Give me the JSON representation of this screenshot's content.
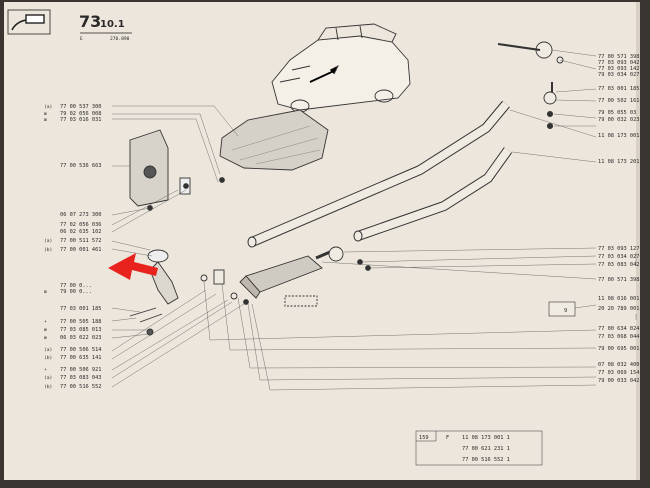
{
  "header": {
    "section_number": "73",
    "section_sub": "10.1",
    "subcode": "E",
    "subcode_detail": "270.890"
  },
  "annotation_arrow_color": "#e8231e",
  "icon": "exhaust-pipe-icon",
  "left_parts": [
    {
      "mark": "(a)",
      "pn": "77 00 537 300"
    },
    {
      "mark": "⊠",
      "pn": "79 02 056 008"
    },
    {
      "mark": "⊠",
      "pn": "77 03 016 031"
    },
    {
      "mark": "",
      "pn": "77 00 536 663"
    },
    {
      "mark": "",
      "pn": "06 07 273 300"
    },
    {
      "mark": "",
      "pn": "77 02 056 036"
    },
    {
      "mark": "",
      "pn": "06 02 635 102"
    },
    {
      "mark": "(a)",
      "pn": "77 00 511 572"
    },
    {
      "mark": "(b)",
      "pn": "77 00 001 461"
    },
    {
      "mark": "",
      "pn": "77 00 0..."
    },
    {
      "mark": "⊠",
      "pn": "79 00 0..."
    },
    {
      "mark": "",
      "pn": "77 03 001 185"
    },
    {
      "mark": "+",
      "pn": "77 00 505 188"
    },
    {
      "mark": "⊠",
      "pn": "77 03 085 013"
    },
    {
      "mark": "⊠",
      "pn": "06 03 022 023"
    },
    {
      "mark": "(a)",
      "pn": "77 00 506 514"
    },
    {
      "mark": "(b)",
      "pn": "77 00 635 141"
    },
    {
      "mark": "+",
      "pn": "77 00 506 921"
    },
    {
      "mark": "(a)",
      "pn": "77 03 083 043"
    },
    {
      "mark": "(b)",
      "pn": "77 00 516 552"
    }
  ],
  "right_parts_top": [
    {
      "pn": "77 00 571 398"
    },
    {
      "pn": "77 03 093 042"
    },
    {
      "pn": "77 03 093 142"
    },
    {
      "pn": "79 03 034 027"
    },
    {
      "pn": "77 03 001 185"
    },
    {
      "pn": "77 00 502 161"
    },
    {
      "pn": "79 05 055 03"
    },
    {
      "pn": "79 00 032 023"
    },
    {
      "pn": "11 08 173 001"
    },
    {
      "pn": "11 08 173 201"
    }
  ],
  "right_parts_mid": [
    {
      "pn": "77 03 093 127"
    },
    {
      "pn": "77 03 034 027"
    },
    {
      "pn": "77 03 083 042"
    },
    {
      "pn": "77 00 571 398"
    }
  ],
  "right_parts_low": [
    {
      "pn": "11 08 016 001"
    },
    {
      "pn": "20 20 789 001"
    },
    {
      "pn": "77 00 634 024"
    },
    {
      "pn": "77 03 068 044"
    },
    {
      "pn": "79 00 695 001"
    },
    {
      "pn": "07 08 032 400"
    },
    {
      "pn": "77 03 069 154"
    },
    {
      "pn": "79 00 033 042"
    }
  ],
  "callout_box": {
    "label": "9"
  },
  "footer_table": {
    "code": "159",
    "mark": "F",
    "rows": [
      "11 08 173 001 1",
      "77 00 621 231 1",
      "77 00 516 552 1"
    ]
  }
}
